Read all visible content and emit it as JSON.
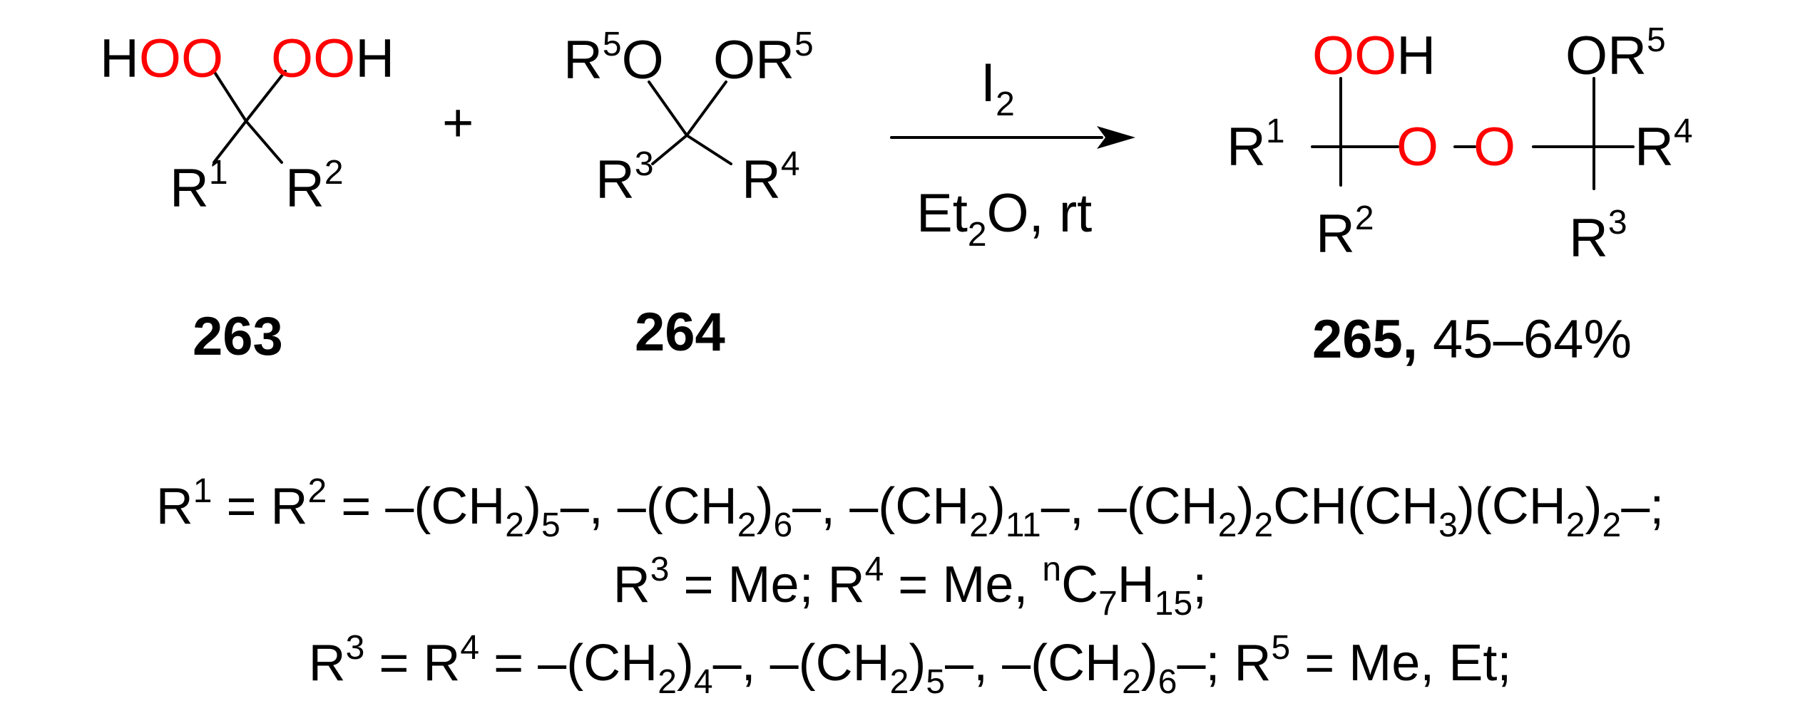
{
  "colors": {
    "oxygen": "#ff0000",
    "ink": "#000000"
  },
  "reactant_263": {
    "left_h": "H",
    "left_oo": "OO",
    "right_oo": "OO",
    "right_h": "H",
    "r1": "R",
    "r1_sup": "1",
    "r2": "R",
    "r2_sup": "2",
    "label": "263"
  },
  "plus": "+",
  "reactant_264": {
    "r5a": "R",
    "r5a_sup": "5",
    "o_left": "O",
    "o_right": "O",
    "r5b": "R",
    "r5b_sup": "5",
    "r3": "R",
    "r3_sup": "3",
    "r4": "R",
    "r4_sup": "4",
    "label": "264"
  },
  "reaction": {
    "reagent": "I",
    "reagent_sub": "2",
    "solvent_a": "Et",
    "solvent_sub": "2",
    "solvent_b": "O, rt"
  },
  "product_265": {
    "ooh_oo": "OO",
    "ooh_h": "H",
    "r1": "R",
    "r1_sup": "1",
    "o1": "O",
    "o2": "O",
    "or5_o": "O",
    "or5_r": "R",
    "or5_sup": "5",
    "r4": "R",
    "r4_sup": "4",
    "r2": "R",
    "r2_sup": "2",
    "r3": "R",
    "r3_sup": "3",
    "label": "265,",
    "yield": " 45–64%"
  },
  "conditions_text": {
    "line1": {
      "p1": "R",
      "s1": "1",
      "p2": " = R",
      "s2": "2",
      "p3": " = –(CH",
      "s3": "2",
      "p4": ")",
      "s4": "5",
      "p5": "–,  –(CH",
      "s5": "2",
      "p6": ")",
      "s6": "6",
      "p7": "–, –(CH",
      "s7": "2",
      "p8": ")",
      "s8": "11",
      "p9": "–, –(CH",
      "s9": "2",
      "p10": ")",
      "s10": "2",
      "p11": "CH(CH",
      "s11": "3",
      "p12": ")(CH",
      "s12": "2",
      "p13": ")",
      "s13": "2",
      "p14": "–;"
    },
    "line2": {
      "p1": "R",
      "s1": "3",
      "p2": " = Me; R",
      "s2": "4",
      "p3": " = Me, ",
      "s3": "n",
      "p4": "C",
      "s4": "7",
      "p5": "H",
      "s5": "15",
      "p6": ";"
    },
    "line3": {
      "p1": "R",
      "s1": "3",
      "p2": " = R",
      "s2": "4",
      "p3": " = –(CH",
      "s3": "2",
      "p4": ")",
      "s4": "4",
      "p5": "–, –(CH",
      "s5": "2",
      "p6": ")",
      "s6": "5",
      "p7": "–, –(CH",
      "s7": "2",
      "p8": ")",
      "s8": "6",
      "p9": "–; R",
      "s9": "5",
      "p10": " = Me, Et;"
    }
  }
}
